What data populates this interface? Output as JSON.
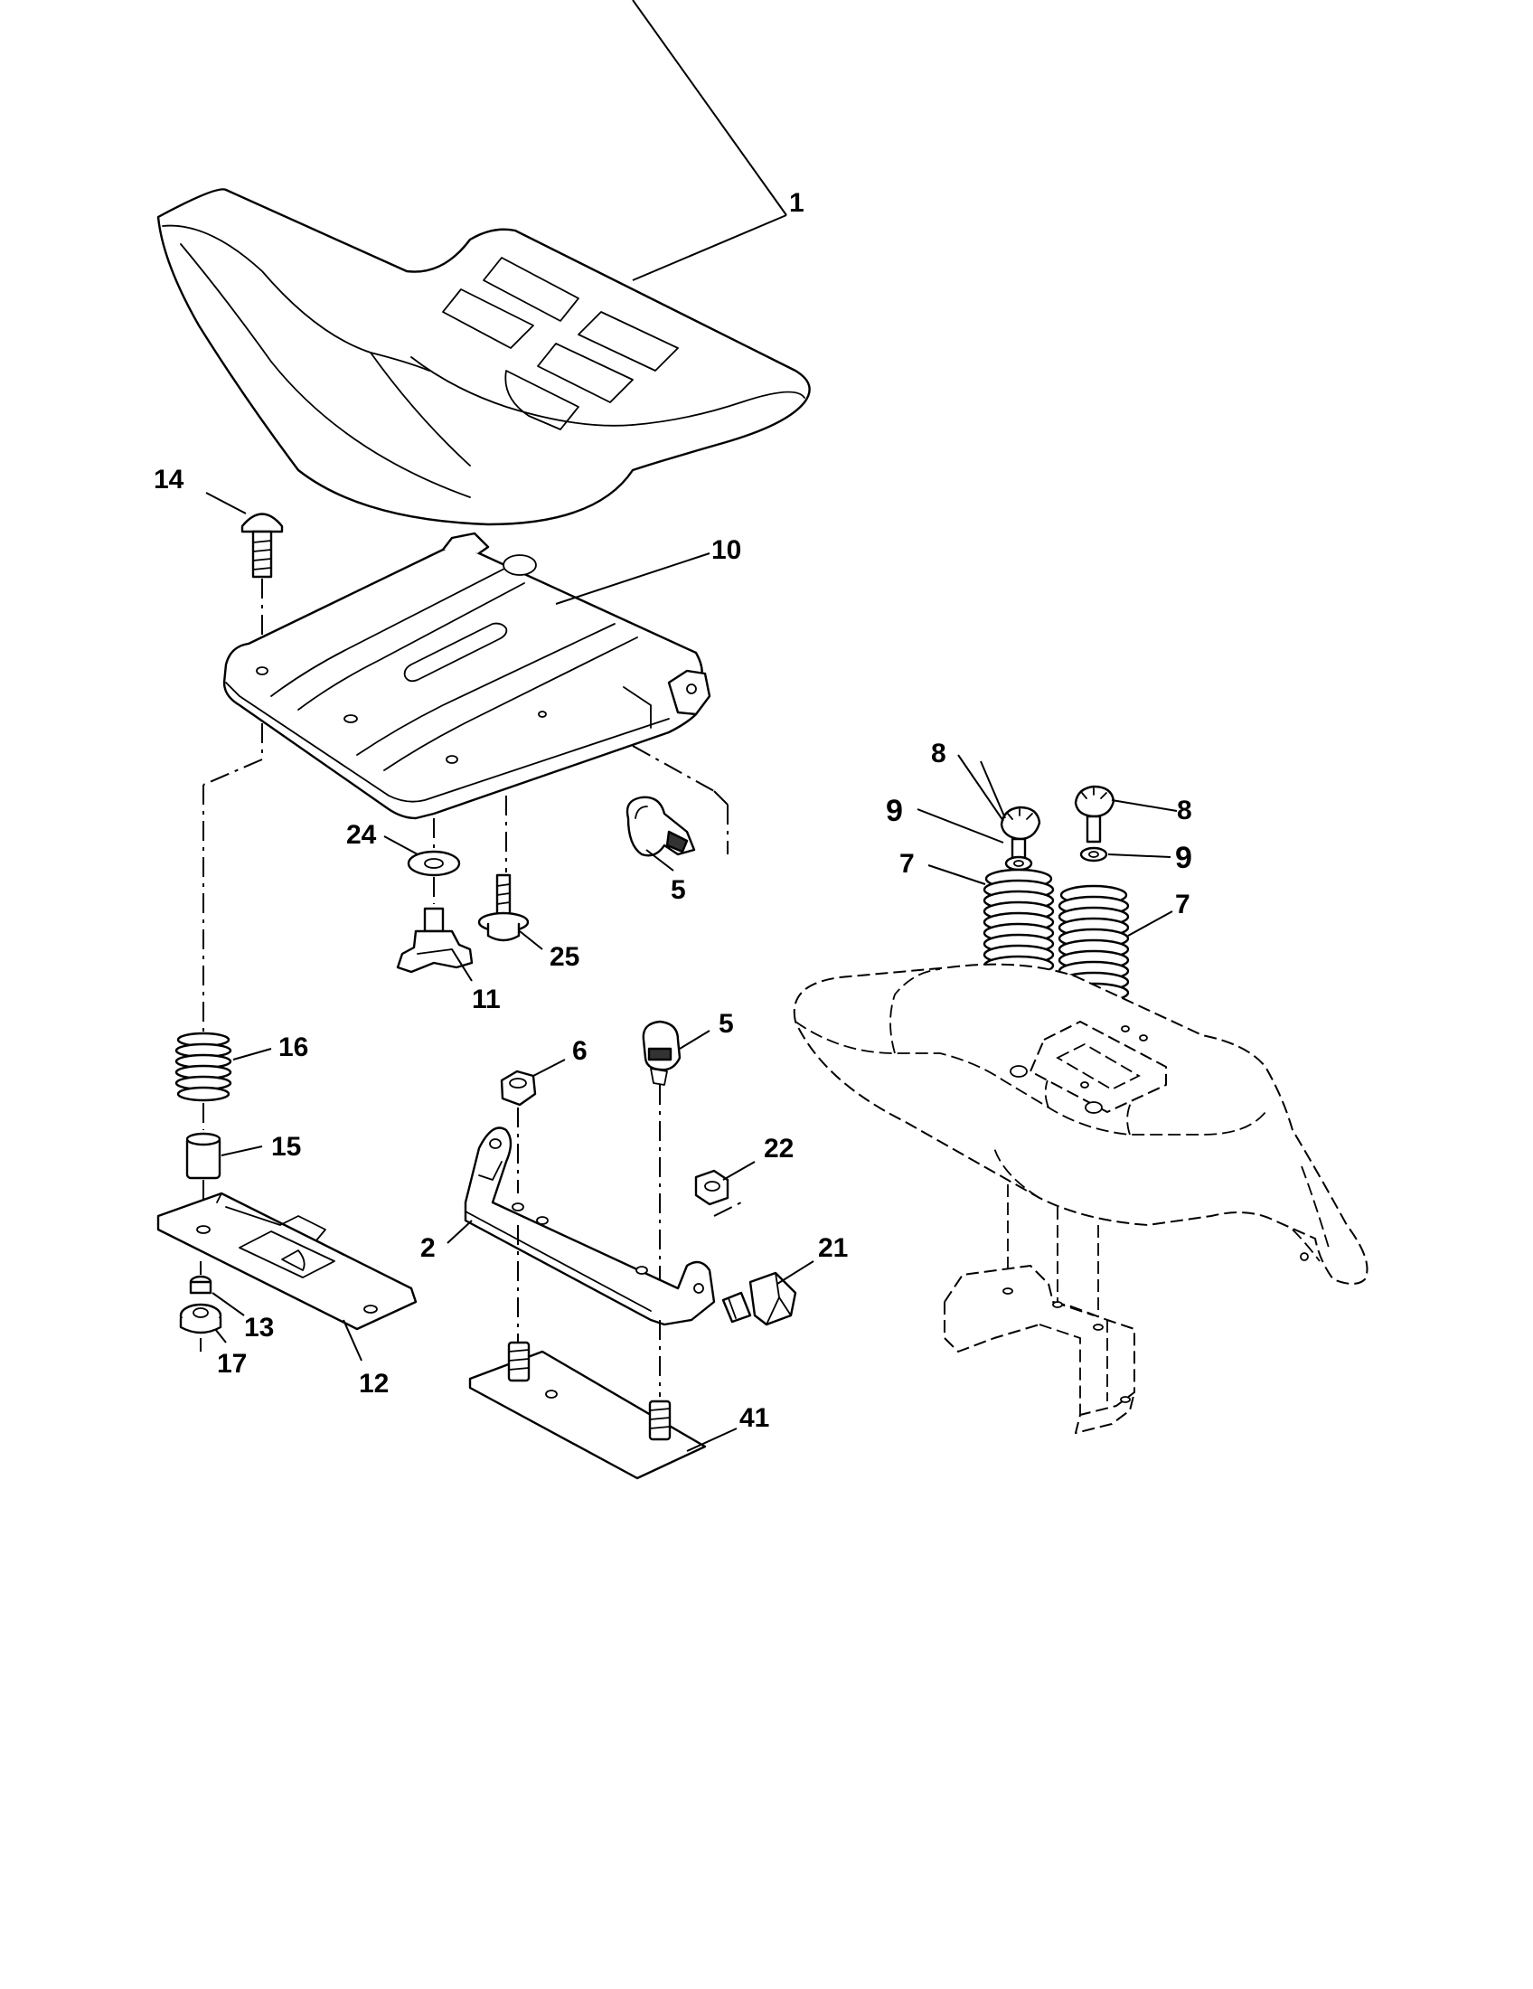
{
  "diagram": {
    "callouts": [
      {
        "id": "c1",
        "label": "1"
      },
      {
        "id": "c14",
        "label": "14"
      },
      {
        "id": "c10",
        "label": "10"
      },
      {
        "id": "c24",
        "label": "24"
      },
      {
        "id": "c5a",
        "label": "5"
      },
      {
        "id": "c25",
        "label": "25"
      },
      {
        "id": "c11",
        "label": "11"
      },
      {
        "id": "c16",
        "label": "16"
      },
      {
        "id": "c15",
        "label": "15"
      },
      {
        "id": "c13",
        "label": "13"
      },
      {
        "id": "c17",
        "label": "17"
      },
      {
        "id": "c12",
        "label": "12"
      },
      {
        "id": "c6",
        "label": "6"
      },
      {
        "id": "c5b",
        "label": "5"
      },
      {
        "id": "c22",
        "label": "22"
      },
      {
        "id": "c2",
        "label": "2"
      },
      {
        "id": "c21",
        "label": "21"
      },
      {
        "id": "c41",
        "label": "41"
      },
      {
        "id": "c8a",
        "label": "8"
      },
      {
        "id": "c9a",
        "label": "9"
      },
      {
        "id": "c7a",
        "label": "7"
      },
      {
        "id": "c8b",
        "label": "8"
      },
      {
        "id": "c9b",
        "label": "9"
      },
      {
        "id": "c7b",
        "label": "7"
      }
    ]
  }
}
